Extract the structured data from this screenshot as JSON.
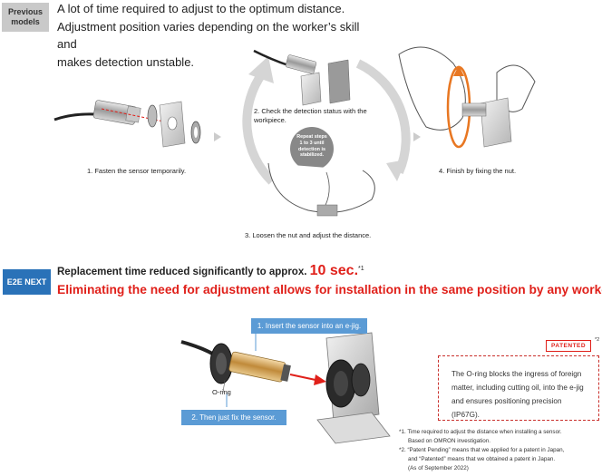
{
  "previous": {
    "tag": "Previous models",
    "lines": [
      "A lot of time required to adjust to the optimum distance.",
      "Adjustment position varies depending on the worker’s skill and",
      "makes detection unstable."
    ],
    "steps": {
      "step1": "1. Fasten the sensor temporarily.",
      "step2": "2. Check the detection status with the workpiece.",
      "step3": "3. Loosen the nut and adjust the distance.",
      "step4": "4. Finish by fixing the nut.",
      "repeat": "Repeat steps 1 to 3 until detection is stabilized."
    }
  },
  "next": {
    "tag": "E2E NEXT",
    "headline_prefix": "Replacement time reduced significantly to approx.",
    "headline_value": "10 sec.",
    "headline_mark": "*1",
    "headline2": "Eliminating the need for adjustment allows for installation in the same position by any worker.",
    "callout1": "1. Insert the sensor into an e-jig.",
    "callout2": "2. Then just fix the sensor.",
    "oring_label": "O-ring",
    "patented_badge": "PATENTED",
    "patented_mark": "*2",
    "patent_text": "The O-ring blocks the ingress of foreign matter, including cutting oil, into the e-jig and ensures positioning precision (IP67G)."
  },
  "footnotes": {
    "note1_a": "*1. Time required to adjust the distance when installing a sensor.",
    "note1_b": "Based on OMRON investigation.",
    "note2_a": "*2. “Patent Pending” means that we applied for a patent in Japan,",
    "note2_b": "and “Patented” means that we obtained a patent in Japan.",
    "note2_c": "(As of September 2022)"
  },
  "colors": {
    "accent_red": "#e0201a",
    "next_blue": "#2a72b8",
    "callout_blue": "#5b9bd5",
    "tag_gray": "#c9c9c9"
  }
}
